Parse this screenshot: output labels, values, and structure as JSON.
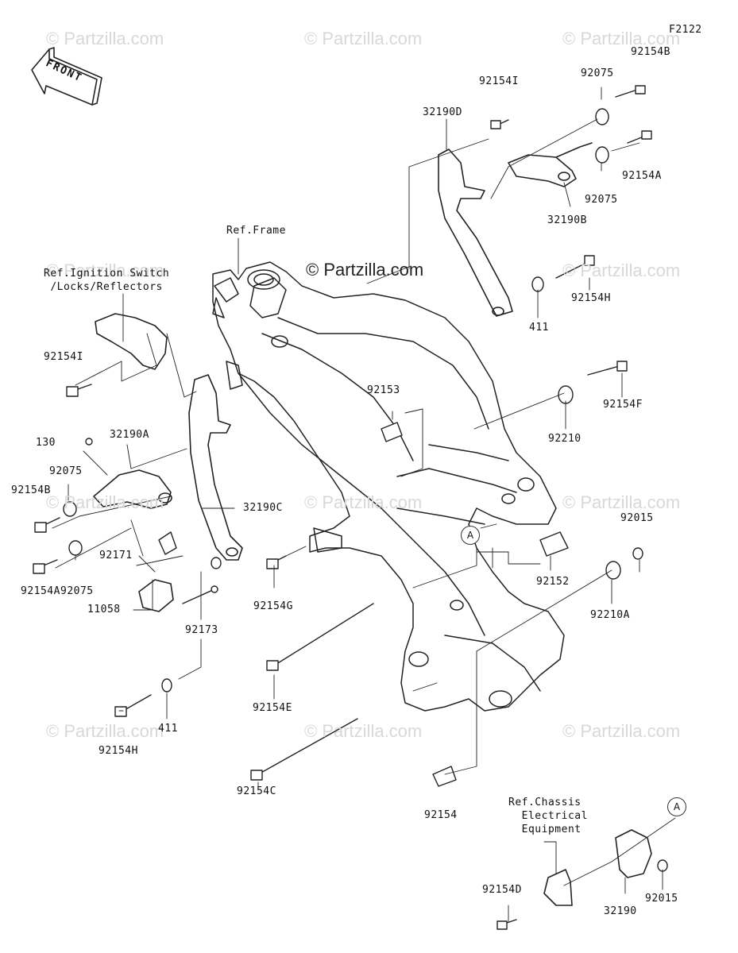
{
  "figure_code": "F2122",
  "front_label": "FRONT",
  "watermark": "© Partzilla.com",
  "ref_notes": {
    "frame": "Ref.Frame",
    "ignition": "Ref.Ignition Switch\n /Locks/Reflectors",
    "chassis": "Ref.Chassis\n  Electrical\n  Equipment"
  },
  "callout_marker": "A",
  "parts": [
    "92154B",
    "92075",
    "92154I",
    "32190D",
    "92154A",
    "92075",
    "32190B",
    "92154H",
    "411",
    "92154F",
    "92210",
    "92153",
    "92154I",
    "130",
    "32190A",
    "92075",
    "92154B",
    "32190C",
    "92015",
    "92152",
    "92171",
    "92154A",
    "92075",
    "11058",
    "92173",
    "92154G",
    "92210A",
    "92154E",
    "411",
    "92154H",
    "92154C",
    "92154",
    "92154D",
    "32190",
    "92015"
  ]
}
